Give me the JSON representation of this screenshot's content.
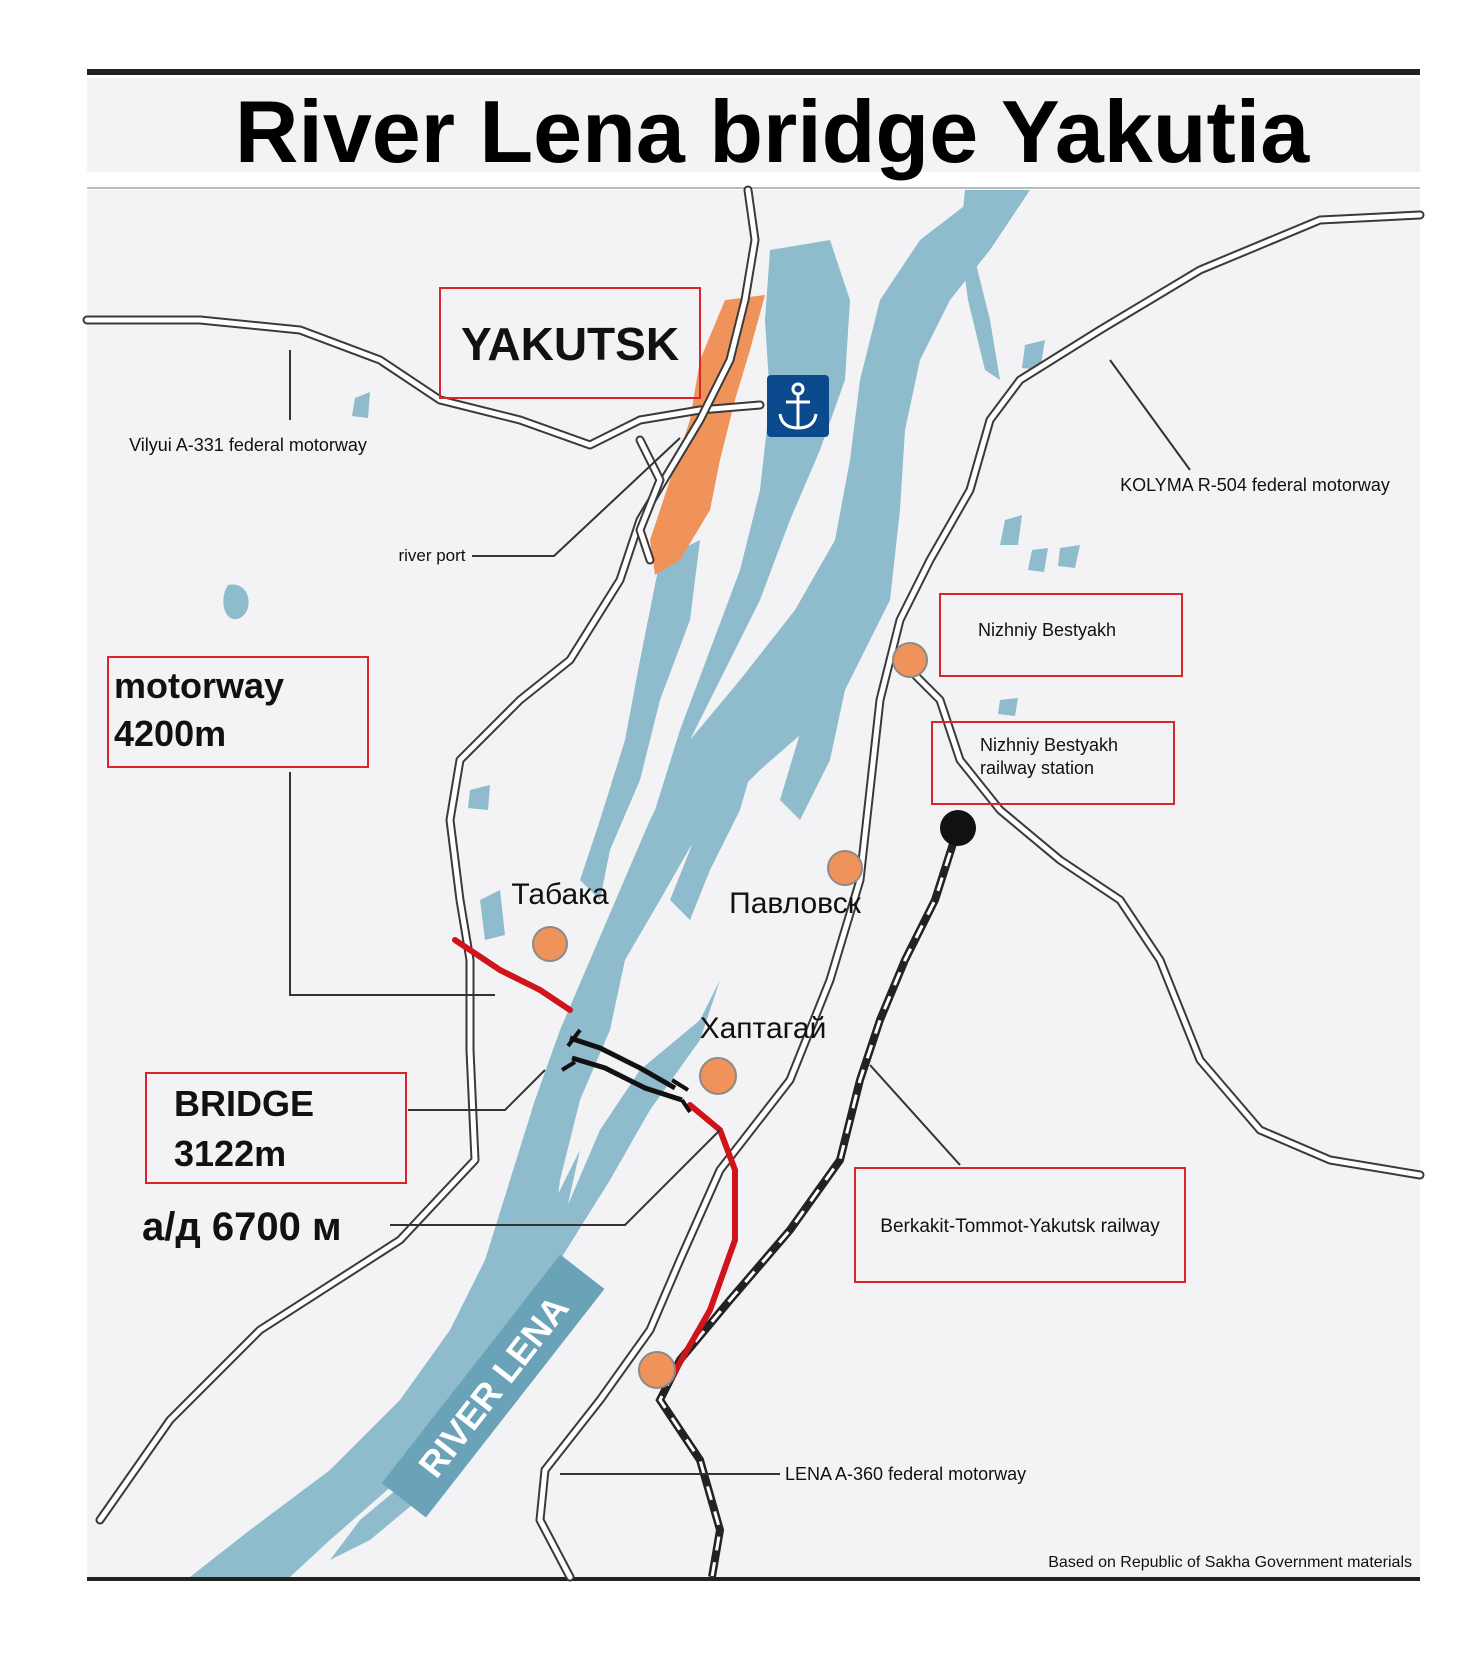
{
  "title": "River Lena bridge Yakutia",
  "labels": {
    "yakutsk": "YAKUTSK",
    "vilyui": "Vilyui A-331 federal motorway",
    "kolyma": "KOLYMA R-504 federal motorway",
    "river_port": "river port",
    "nizhniy": "Nizhniy Bestyakh",
    "station_line1": "Nizhniy Bestyakh",
    "station_line2": "railway station",
    "motorway_line1": "motorway",
    "motorway_line2": "4200m",
    "tabaka": "Табака",
    "pavlovsk": "Павловск",
    "khaptagai": "Хаптагай",
    "bridge_line1": "BRIDGE",
    "bridge_line2": "3122m",
    "ad": "а/д 6700 м",
    "railway": "Berkakit-Tommot-Yakutsk railway",
    "river": "RIVER LENA",
    "lena_motorway": "LENA A-360 federal motorway",
    "source": "Based on Republic of Sakha Government materials"
  },
  "icons": {
    "port": "anchor-icon"
  },
  "colors": {
    "background": "#f3f3f5",
    "water": "#8fbccc",
    "city": "#f0935a",
    "new_road": "#d0141b",
    "label_box": "#d9262b",
    "port_icon": "#0b4a8c"
  }
}
